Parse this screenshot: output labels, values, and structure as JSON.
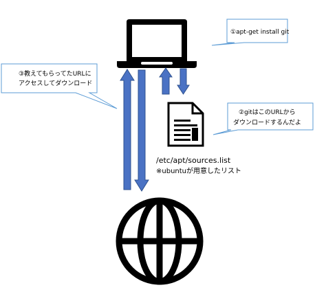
{
  "callouts": {
    "step1": "①apt-get install git",
    "step2_line1": "②gitはこのURLから",
    "step2_line2": "ダウンロードするんだよ",
    "step3_line1": "③教えてもらってたURLに",
    "step3_line2": "アクセスしてダウンロード"
  },
  "file": {
    "path": "/etc/apt/sources.list",
    "note": "※ubuntuが用意したリスト"
  },
  "icons": {
    "computer": "laptop-icon",
    "file": "document-icon",
    "internet": "globe-icon"
  },
  "colors": {
    "arrow_fill": "#4a72c4",
    "arrow_stroke": "#2f528f",
    "callout_border": "#5b9bd5"
  }
}
